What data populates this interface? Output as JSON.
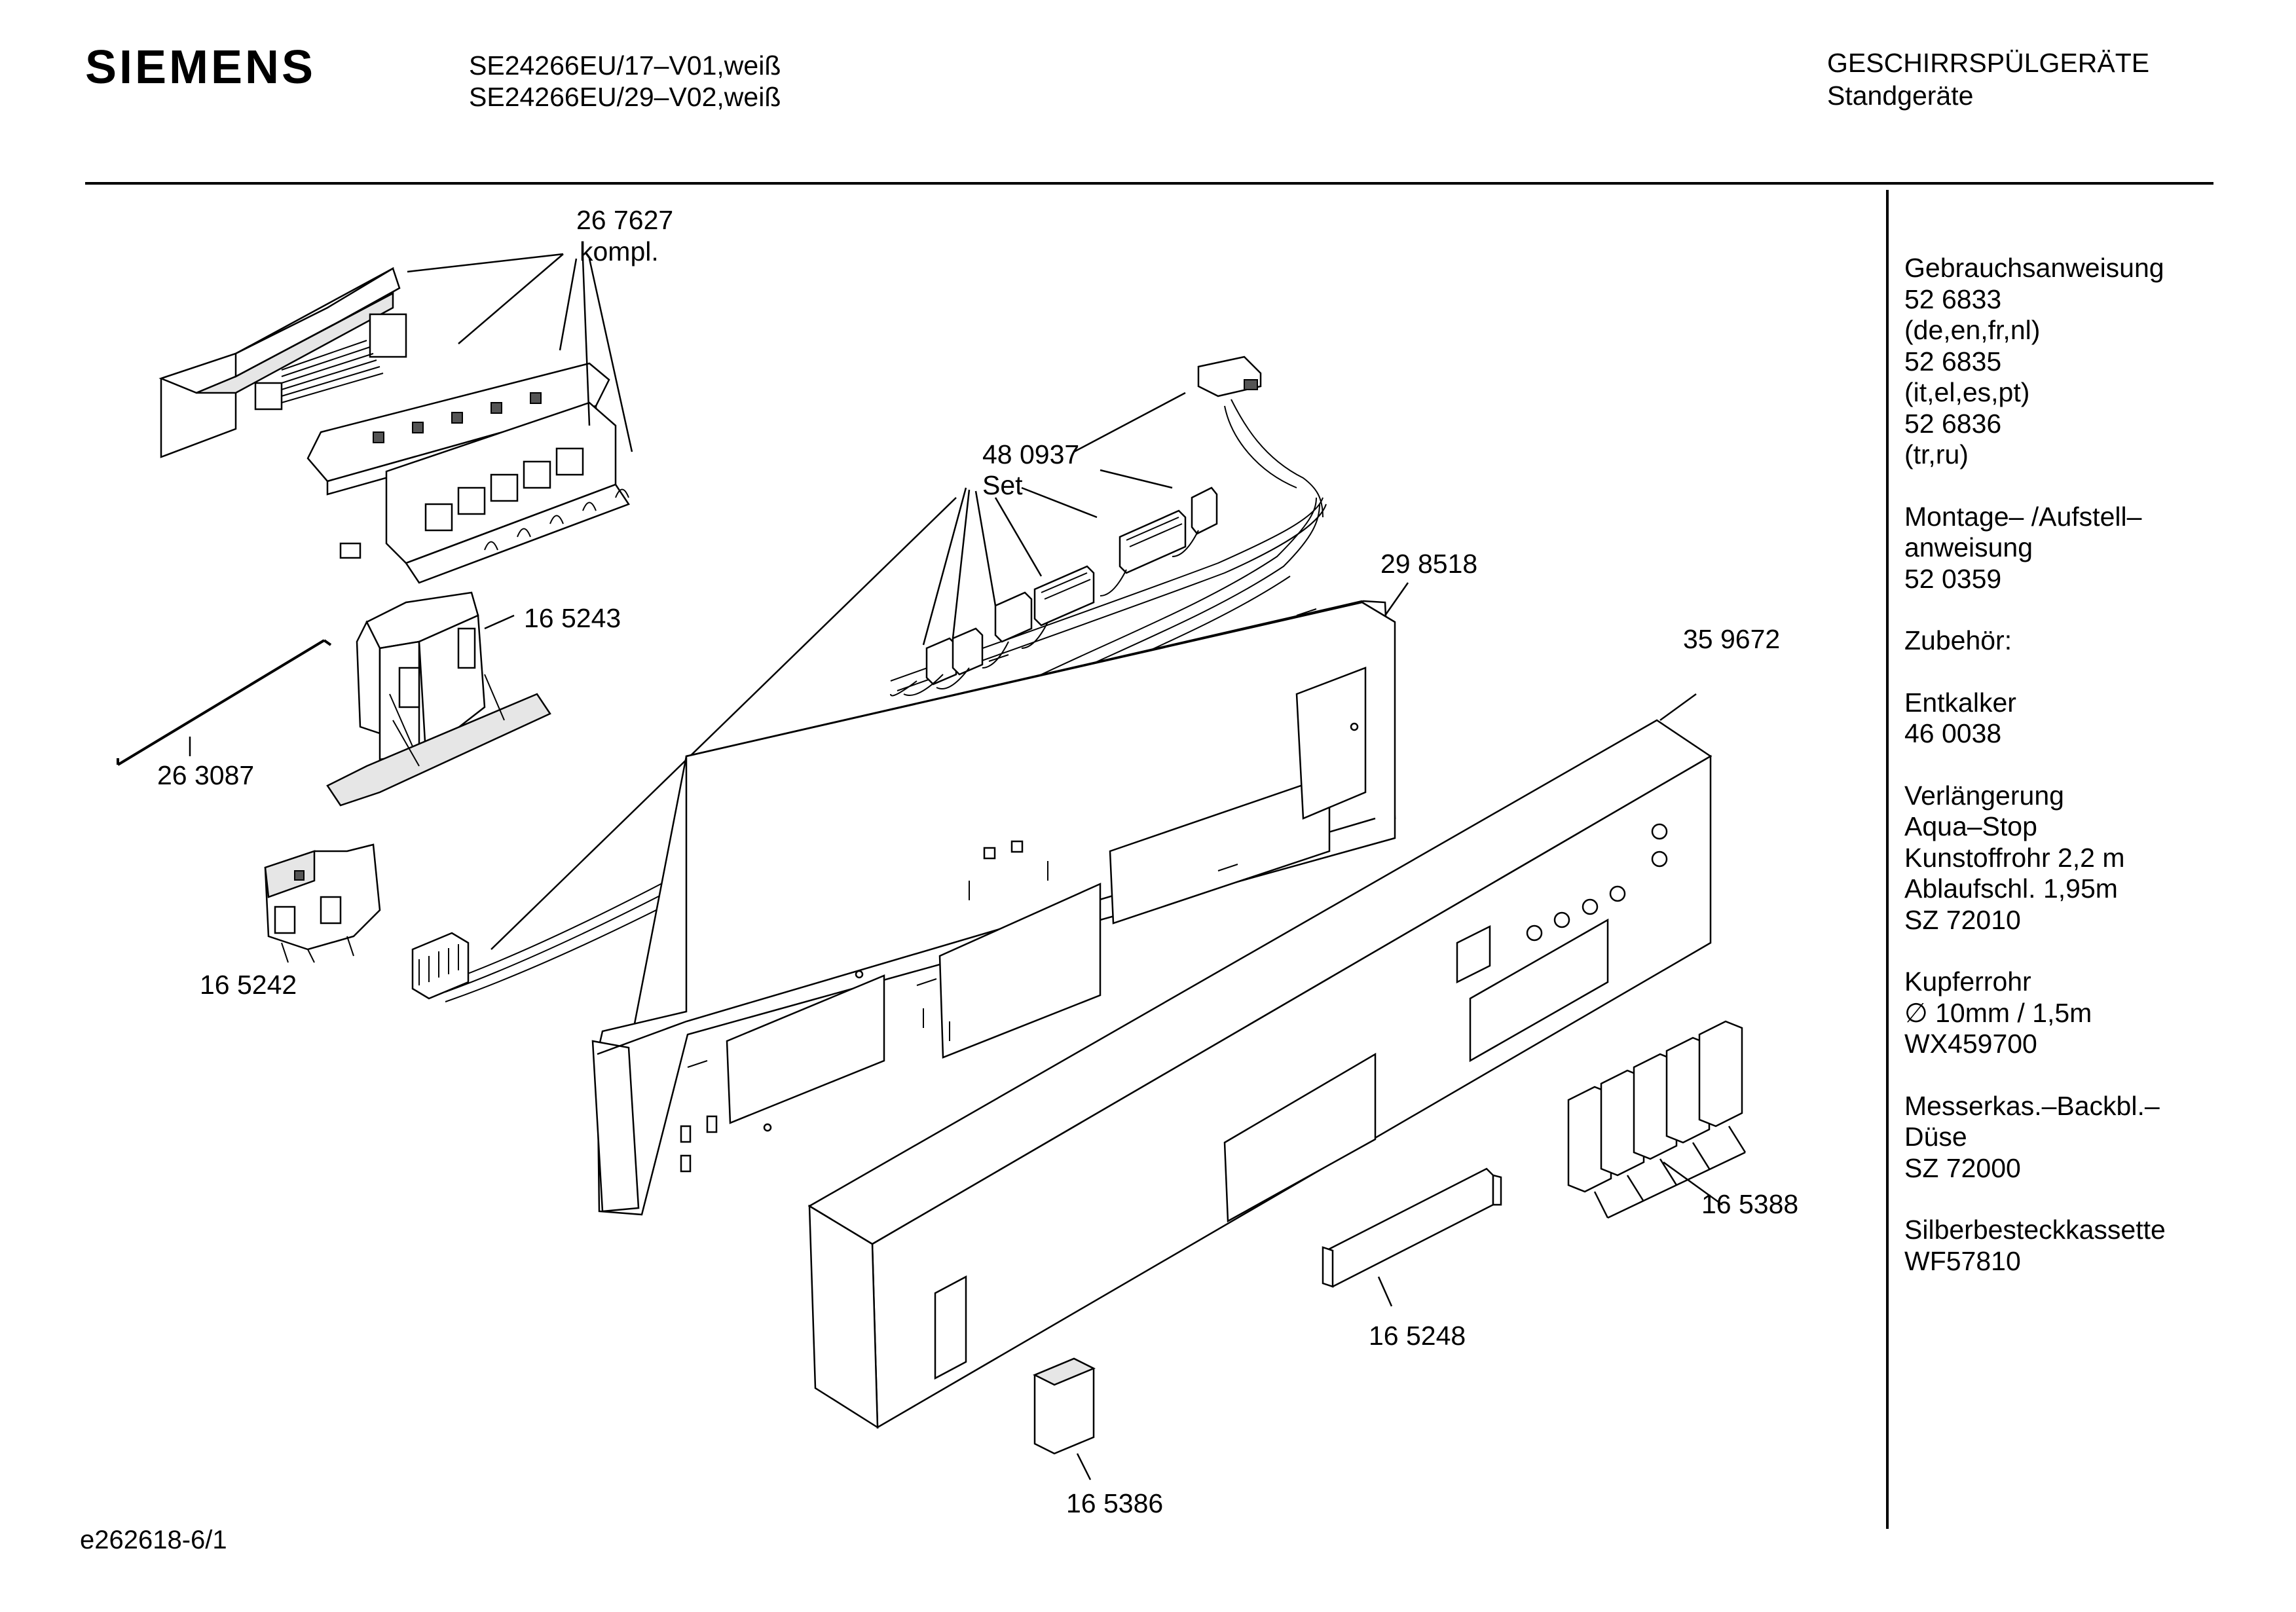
{
  "header": {
    "brand": "SIEMENS",
    "model_line_1": "SE24266EU/17–V01,weiß",
    "model_line_2": "SE24266EU/29–V02,weiß",
    "category": "GESCHIRRSPÜLGERÄTE",
    "subcategory": "Standgeräte"
  },
  "parts": {
    "p267627": "26 7627",
    "p267627_note": "kompl.",
    "p480937": "48 0937",
    "p480937_note": "Set",
    "p298518": "29 8518",
    "p165243": "16 5243",
    "p359672": "35 9672",
    "p263087": "26 3087",
    "p165242": "16 5242",
    "p165388": "16 5388",
    "p165248": "16 5248",
    "p165386": "16 5386"
  },
  "sidebar": {
    "groups": [
      [
        "Gebrauchsanweisung",
        "52 6833",
        "(de,en,fr,nl)",
        "52 6835",
        "(it,el,es,pt)",
        "52 6836",
        "(tr,ru)"
      ],
      [
        "Montage– /Aufstell–",
        "anweisung",
        "52 0359"
      ],
      [
        "Zubehör:"
      ],
      [
        "Entkalker",
        "46 0038"
      ],
      [
        "Verlängerung",
        "Aqua–Stop",
        "Kunstoffrohr 2,2 m",
        "Ablaufschl. 1,95m",
        "SZ 72010"
      ],
      [
        "Kupferrohr",
        "∅ 10mm / 1,5m",
        "WX459700"
      ],
      [
        "Messerkas.–Backbl.–",
        "Düse",
        "SZ 72000"
      ],
      [
        "Silberbesteckkassette",
        "WF57810"
      ]
    ]
  },
  "footer": {
    "drawing_id": "e262618-6/1"
  }
}
